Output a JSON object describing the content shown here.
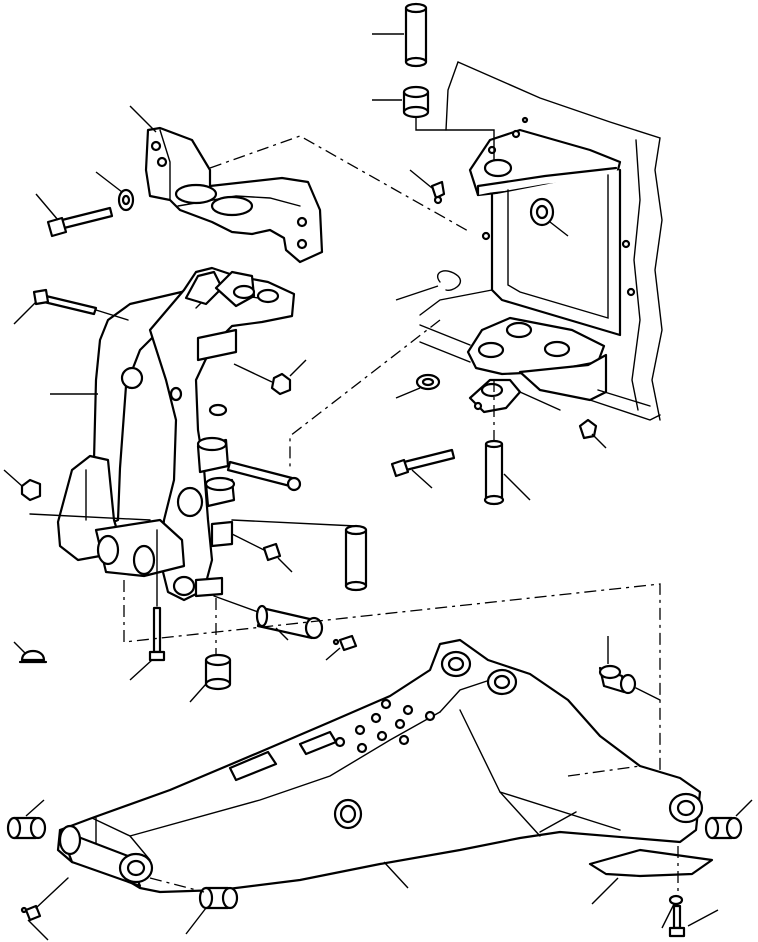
{
  "diagram": {
    "kind": "exploded-parts-view",
    "callout_style": "unnumbered leader lines",
    "colors": {
      "ink": "#000000",
      "paper": "#ffffff"
    },
    "parts": [
      "pin-top",
      "bushing-top",
      "mounting-bracket",
      "washer-upper",
      "bolt-upper",
      "grease-fitting-frame",
      "bushing-frame",
      "snap-ring",
      "washer-frame",
      "swing-bracket",
      "bolt-long",
      "nut-left",
      "grease-fitting-mid",
      "pin-frame",
      "bolt-frame",
      "nut-frame",
      "pin-link",
      "pin-main",
      "grease-fitting-main",
      "bolt-bottom",
      "plug-cap",
      "bushing-mid",
      "bushing-right-upper",
      "boom",
      "bushing-left",
      "bushing-right",
      "grease-fitting-left",
      "bushing-bottom",
      "plate-shim",
      "bolt-shim",
      "washer-shim",
      "frame-housing"
    ]
  }
}
